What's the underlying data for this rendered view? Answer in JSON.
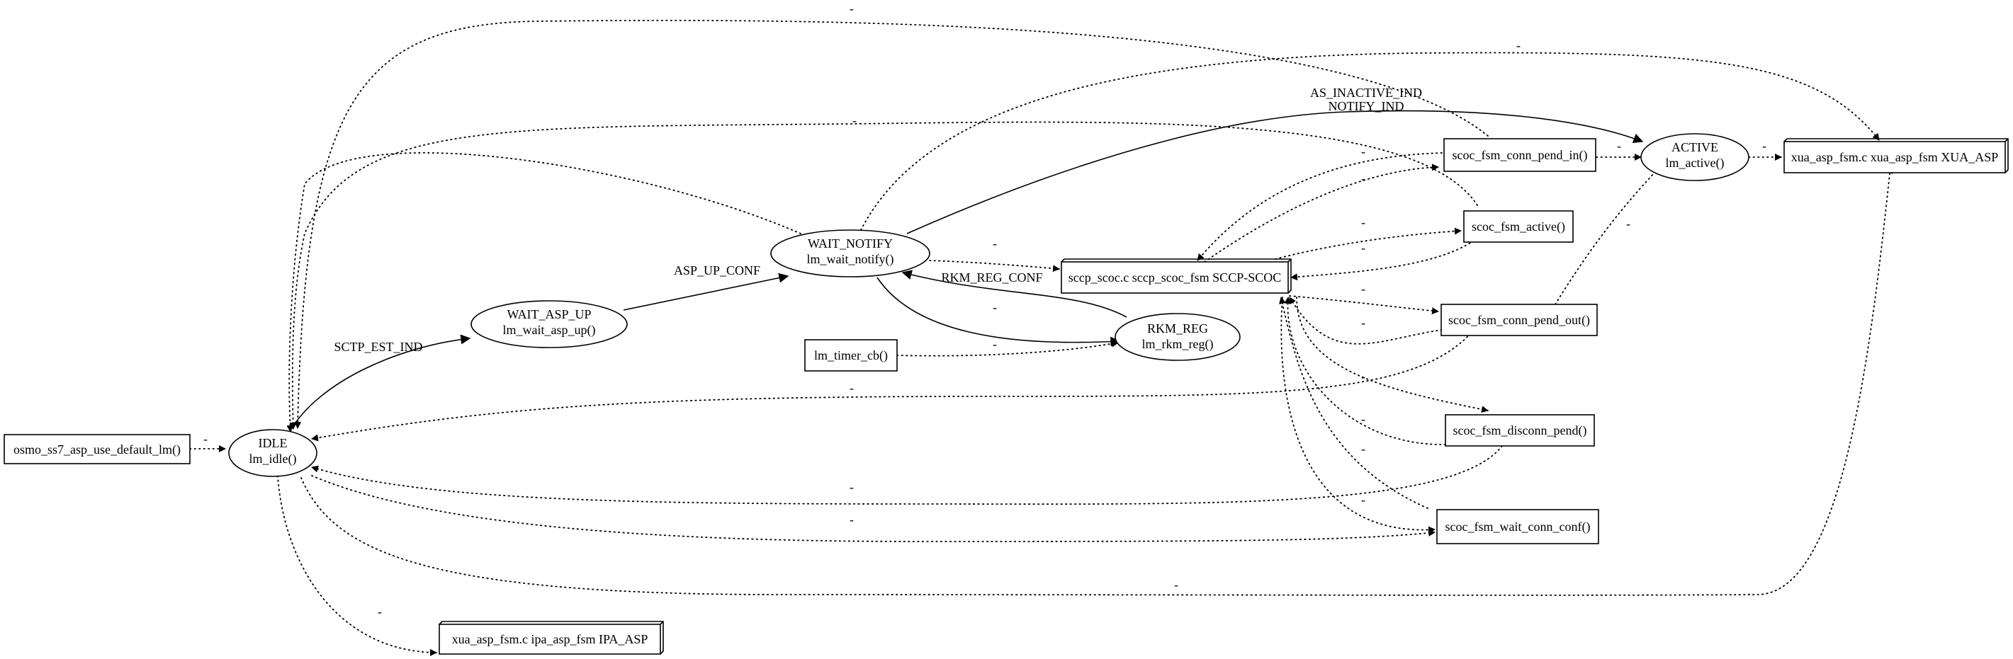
{
  "nodes": {
    "osmo_ss7_asp_use_default_lm": {
      "lines": [
        "osmo_ss7_asp_use_default_lm()"
      ]
    },
    "idle": {
      "lines": [
        "IDLE",
        "lm_idle()"
      ]
    },
    "ipa_asp": {
      "lines": [
        "xua_asp_fsm.c ipa_asp_fsm IPA_ASP"
      ]
    },
    "wait_asp_up": {
      "lines": [
        "WAIT_ASP_UP",
        "lm_wait_asp_up()"
      ]
    },
    "wait_notify": {
      "lines": [
        "WAIT_NOTIFY",
        "lm_wait_notify()"
      ]
    },
    "lm_timer_cb": {
      "lines": [
        "lm_timer_cb()"
      ]
    },
    "rkm_reg": {
      "lines": [
        "RKM_REG",
        "lm_rkm_reg()"
      ]
    },
    "sccp_scoc": {
      "lines": [
        "sccp_scoc.c sccp_scoc_fsm SCCP-SCOC"
      ]
    },
    "scoc_fsm_conn_pend_in": {
      "lines": [
        "scoc_fsm_conn_pend_in()"
      ]
    },
    "scoc_fsm_active": {
      "lines": [
        "scoc_fsm_active()"
      ]
    },
    "scoc_fsm_conn_pend_out": {
      "lines": [
        "scoc_fsm_conn_pend_out()"
      ]
    },
    "scoc_fsm_disconn_pend": {
      "lines": [
        "scoc_fsm_disconn_pend()"
      ]
    },
    "scoc_fsm_wait_conn_conf": {
      "lines": [
        "scoc_fsm_wait_conn_conf()"
      ]
    },
    "active": {
      "lines": [
        "ACTIVE",
        "lm_active()"
      ]
    },
    "xua_asp": {
      "lines": [
        "xua_asp_fsm.c xua_asp_fsm XUA_ASP"
      ]
    }
  },
  "edge_labels": {
    "sctp_est_ind": "SCTP_EST_IND",
    "asp_up_conf": "ASP_UP_CONF",
    "rkm_reg_conf": "RKM_REG_CONF",
    "as_inactive_ind": "AS_INACTIVE_IND",
    "notify_ind": "NOTIFY_IND",
    "dash": "-"
  }
}
